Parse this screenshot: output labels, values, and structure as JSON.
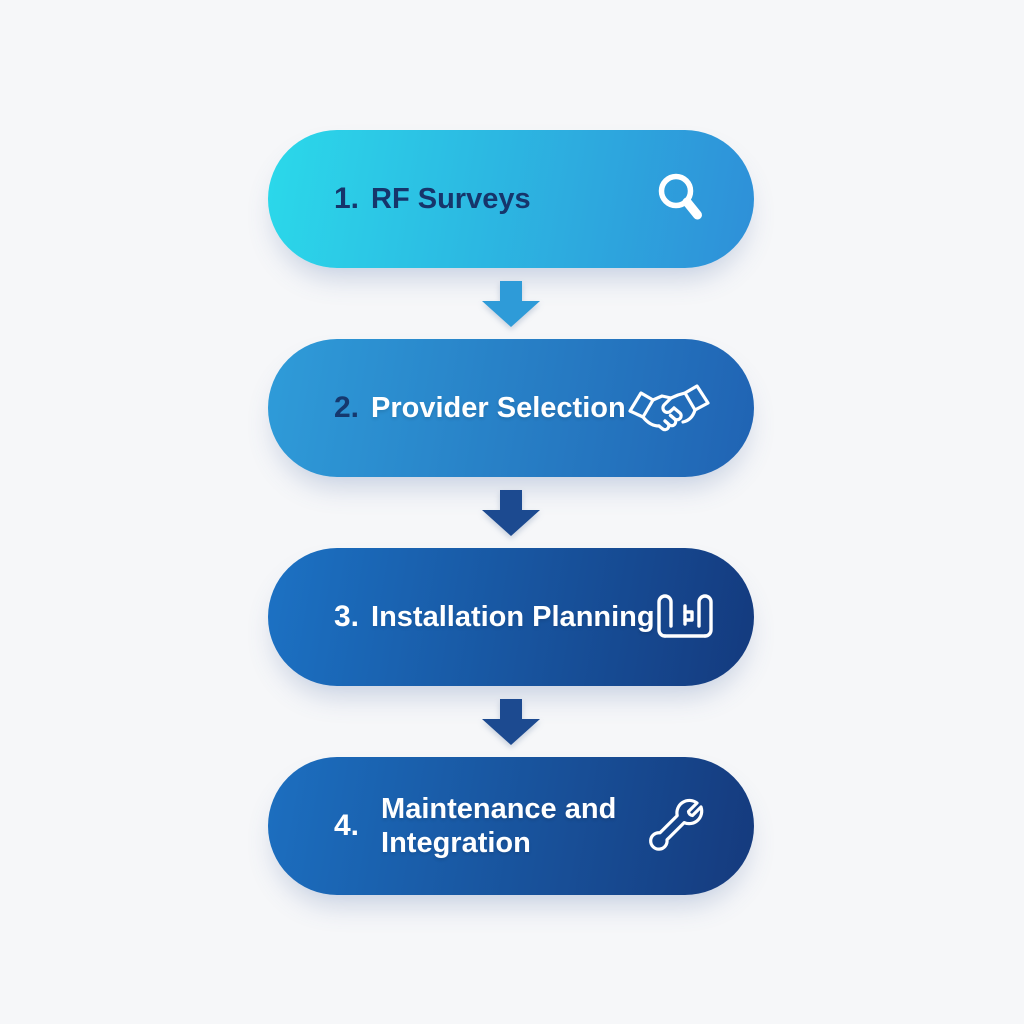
{
  "canvas": {
    "bg": "#f6f7f9"
  },
  "steps": [
    {
      "number": "1.",
      "label": "RF Surveys",
      "icon": "magnifier-icon",
      "gradient_from": "#2bd9ea",
      "gradient_to": "#2e8fd8",
      "number_color": "#16356b",
      "label_color": "#16356b",
      "icon_color": "#ffffff"
    },
    {
      "number": "2.",
      "label": "Provider Selection",
      "icon": "handshake-icon",
      "gradient_from": "#2f9cd9",
      "gradient_to": "#2063b3",
      "number_color": "#15386e",
      "label_color": "#ffffff",
      "icon_color": "#ffffff"
    },
    {
      "number": "3.",
      "label": "Installation Planning",
      "icon": "blueprint-icon",
      "gradient_from": "#1c72c4",
      "gradient_to": "#143a7e",
      "number_color": "#ffffff",
      "label_color": "#ffffff",
      "icon_color": "#ffffff"
    },
    {
      "number": "4.",
      "label": "Maintenance and Integration",
      "icon": "wrench-icon",
      "gradient_from": "#1c6fc0",
      "gradient_to": "#153a7d",
      "number_color": "#ffffff",
      "label_color": "#ffffff",
      "icon_color": "#ffffff"
    }
  ],
  "arrows": [
    {
      "color": "#2e9bd8"
    },
    {
      "color": "#1c4a90"
    },
    {
      "color": "#1c4a90"
    }
  ]
}
